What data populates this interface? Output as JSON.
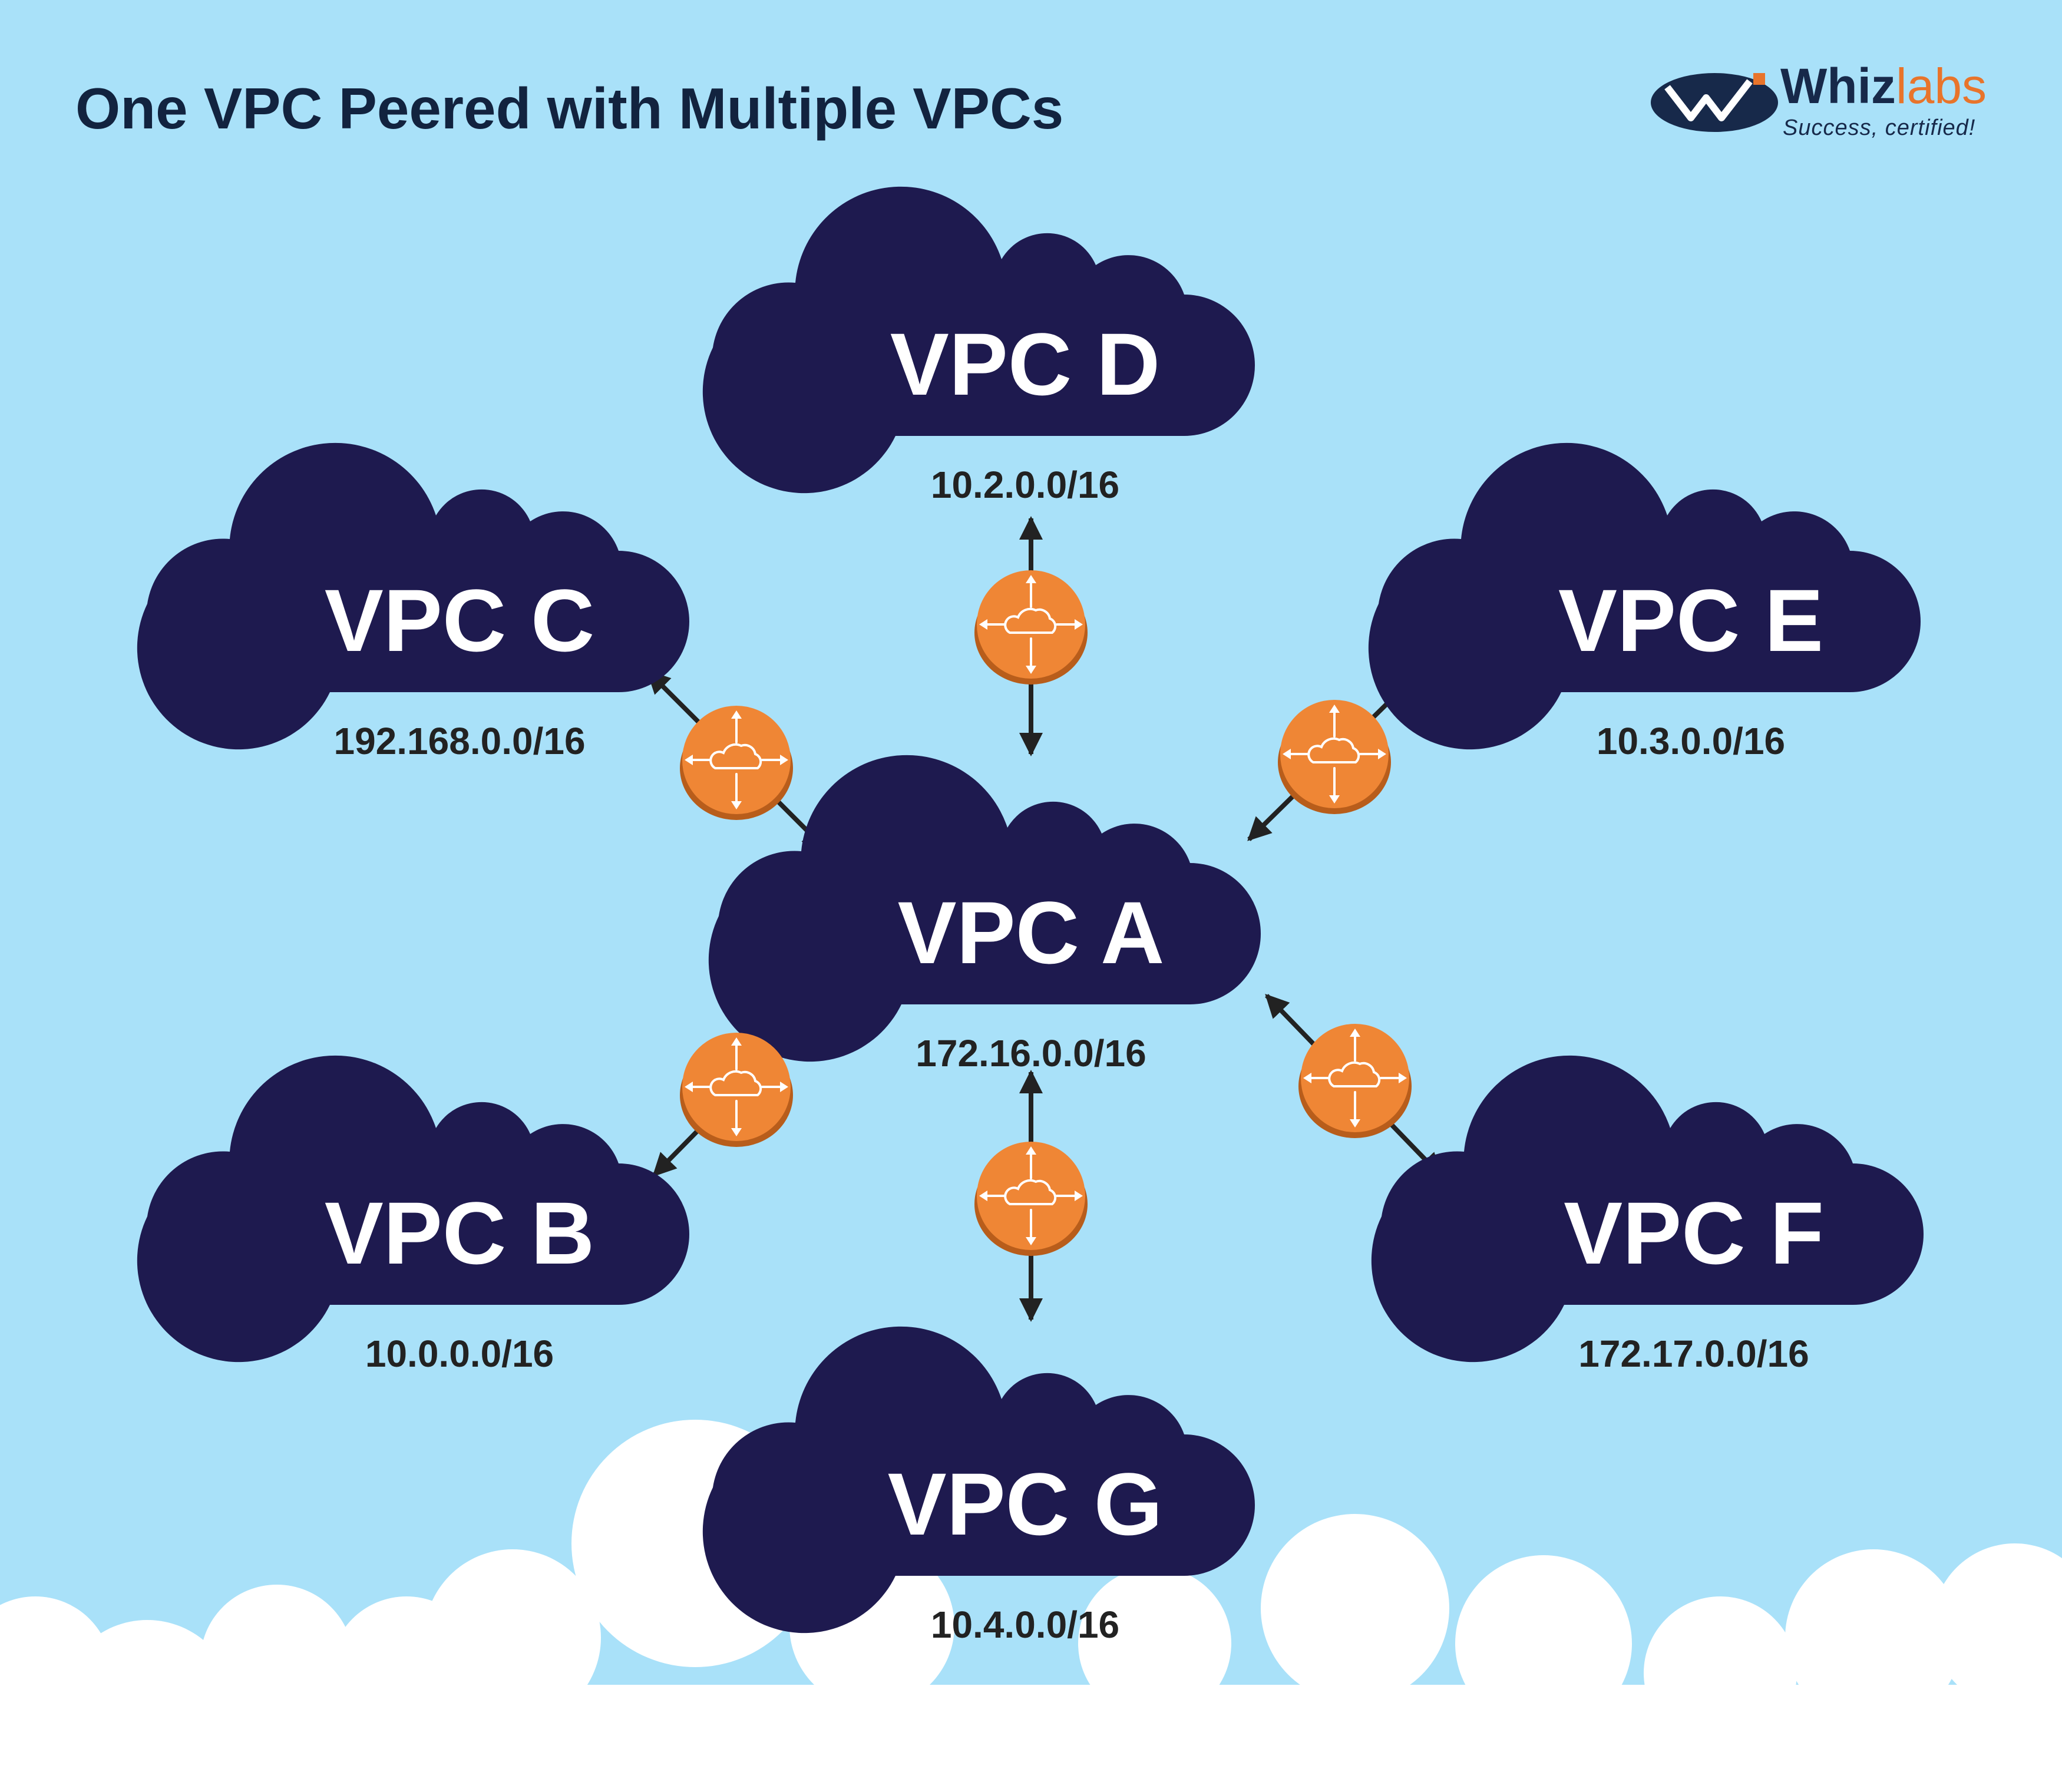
{
  "title": "One VPC Peered with Multiple VPCs",
  "logo": {
    "brand_part1": "Whiz",
    "brand_part2": "labs",
    "tagline": "Success, certified!"
  },
  "colors": {
    "background": "#a9e1f9",
    "cloud": "#1e1a4f",
    "peering": "#ef8635",
    "arrow": "#222222",
    "accent": "#e8742b"
  },
  "vpcs": [
    {
      "id": "a",
      "name": "VPC A",
      "cidr": "172.16.0.0/16"
    },
    {
      "id": "b",
      "name": "VPC B",
      "cidr": "10.0.0.0/16"
    },
    {
      "id": "c",
      "name": "VPC C",
      "cidr": "192.168.0.0/16"
    },
    {
      "id": "d",
      "name": "VPC D",
      "cidr": "10.2.0.0/16"
    },
    {
      "id": "e",
      "name": "VPC E",
      "cidr": "10.3.0.0/16"
    },
    {
      "id": "f",
      "name": "VPC F",
      "cidr": "172.17.0.0/16"
    },
    {
      "id": "g",
      "name": "VPC G",
      "cidr": "10.4.0.0/16"
    }
  ],
  "connections": [
    {
      "from": "a",
      "to": "b",
      "icon": "vpc-peering-icon"
    },
    {
      "from": "a",
      "to": "c",
      "icon": "vpc-peering-icon"
    },
    {
      "from": "a",
      "to": "d",
      "icon": "vpc-peering-icon"
    },
    {
      "from": "a",
      "to": "e",
      "icon": "vpc-peering-icon"
    },
    {
      "from": "a",
      "to": "f",
      "icon": "vpc-peering-icon"
    },
    {
      "from": "a",
      "to": "g",
      "icon": "vpc-peering-icon"
    }
  ]
}
